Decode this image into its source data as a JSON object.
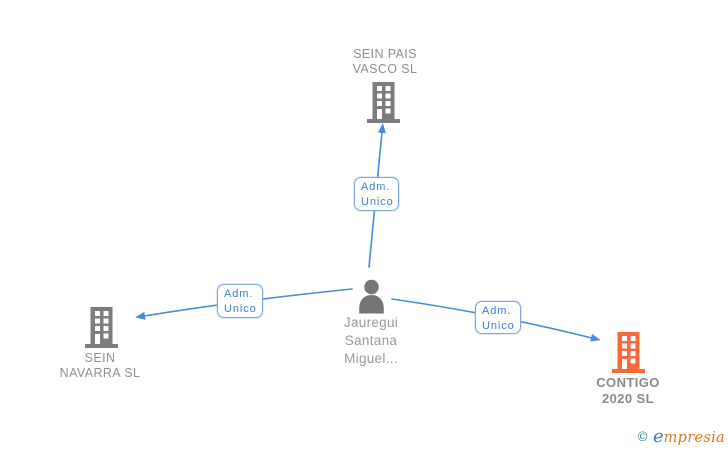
{
  "diagram": {
    "nodes": {
      "company_top": {
        "line1": "SEIN PAIS",
        "line2": "VASCO SL",
        "icon": "building-icon",
        "icon_color": "#7d7d7d",
        "role": "company"
      },
      "company_left": {
        "line1": "SEIN",
        "line2": "NAVARRA SL",
        "icon": "building-icon",
        "icon_color": "#7d7d7d",
        "role": "company"
      },
      "company_right": {
        "line1": "CONTIGO",
        "line2": "2020 SL",
        "icon": "building-icon",
        "icon_color": "#f9683a",
        "role": "company-highlighted"
      },
      "person": {
        "line1": "Jauregui",
        "line2": "Santana",
        "line3": "Miguel...",
        "icon": "person-icon",
        "icon_color": "#757575",
        "role": "person"
      }
    },
    "edges": [
      {
        "from": "person",
        "to": "company_top",
        "label_line1": "Adm.",
        "label_line2": "Unico"
      },
      {
        "from": "person",
        "to": "company_left",
        "label_line1": "Adm.",
        "label_line2": "Unico"
      },
      {
        "from": "person",
        "to": "company_right",
        "label_line1": "Adm.",
        "label_line2": "Unico"
      }
    ],
    "colors": {
      "edge_blue": "#4b89dc",
      "edge_label_text": "#3c7dd9",
      "edge_label_border": "#7aa6e6",
      "company_gray": "#7d7d7d",
      "company_text_gray": "#8f8f8f",
      "person_gray": "#757575",
      "highlight_orange": "#f9683a",
      "background": "#ffffff"
    }
  },
  "footer": {
    "copyright_symbol": "©",
    "brand_first_letter": "e",
    "brand_rest": "mpresia"
  }
}
